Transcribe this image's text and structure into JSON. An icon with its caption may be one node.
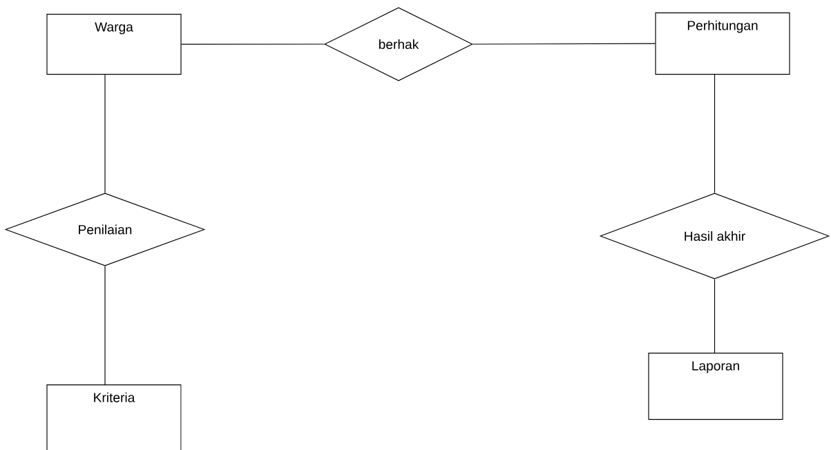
{
  "diagram": {
    "nodes": [
      {
        "text": [
          "Warga"
        ]
      },
      {
        "text": [
          "berhak"
        ]
      },
      {
        "text": [
          "Perhitungan"
        ]
      },
      {
        "text": [
          "Penilaian"
        ]
      },
      {
        "text": [
          "Kriteria"
        ]
      },
      {
        "text": [
          "Hasil akhir"
        ]
      },
      {
        "text": [
          "Laporan"
        ]
      }
    ],
    "edges": [
      {
        "from": 0,
        "to": 1,
        "arrow": "none"
      },
      {
        "from": 1,
        "to": 2,
        "arrow": "none"
      },
      {
        "from": 0,
        "to": 3,
        "arrow": "none"
      },
      {
        "from": 3,
        "to": 4,
        "arrow": "none"
      },
      {
        "from": 2,
        "to": 5,
        "arrow": "none"
      },
      {
        "from": 5,
        "to": 6,
        "arrow": "none"
      }
    ]
  }
}
